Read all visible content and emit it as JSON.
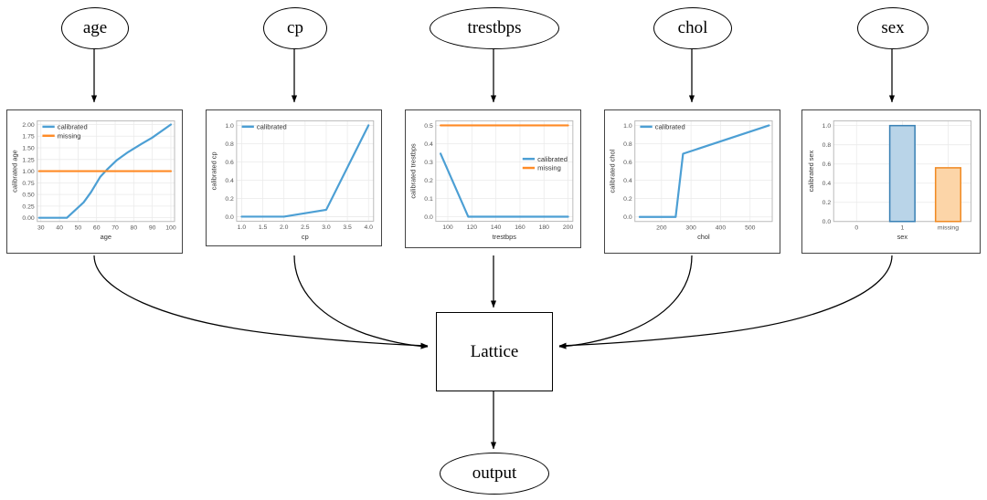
{
  "graph": {
    "input_nodes": [
      {
        "id": "age",
        "label": "age"
      },
      {
        "id": "cp",
        "label": "cp"
      },
      {
        "id": "trestbps",
        "label": "trestbps"
      },
      {
        "id": "chol",
        "label": "chol"
      },
      {
        "id": "sex",
        "label": "sex"
      }
    ],
    "lattice_label": "Lattice",
    "output_label": "output"
  },
  "colors": {
    "calibrated": "#4c9fd4",
    "missing": "#ff8b26",
    "bar_blue_fill": "#b9d4e8",
    "bar_blue_edge": "#3a81b5",
    "bar_orange_fill": "#fcd5a8",
    "bar_orange_edge": "#f08a23",
    "edge": "#000000"
  },
  "legend": {
    "calibrated": "calibrated",
    "missing": "missing"
  },
  "chart_data": [
    {
      "id": "age",
      "type": "line",
      "title": "",
      "xlabel": "age",
      "ylabel": "calibrated age",
      "xlim": [
        28,
        102
      ],
      "ylim": [
        -0.08,
        2.08
      ],
      "xticks": [
        30,
        40,
        50,
        60,
        70,
        80,
        90,
        100
      ],
      "yticks": [
        "0.00",
        "0.25",
        "0.50",
        "0.75",
        "1.00",
        "1.25",
        "1.50",
        "1.75",
        "2.00"
      ],
      "grid": true,
      "legend_position": "upper-left",
      "series": [
        {
          "name": "calibrated",
          "color": "#4c9fd4",
          "x": [
            29,
            44,
            53,
            57,
            62,
            66,
            71,
            77,
            84,
            90,
            100
          ],
          "y": [
            0.0,
            0.0,
            0.33,
            0.55,
            0.88,
            1.05,
            1.24,
            1.41,
            1.58,
            1.72,
            2.0
          ]
        },
        {
          "name": "missing",
          "color": "#ff8b26",
          "x": [
            29,
            100
          ],
          "y": [
            1.0,
            1.0
          ]
        }
      ]
    },
    {
      "id": "cp",
      "type": "line",
      "title": "",
      "xlabel": "cp",
      "ylabel": "calibrated cp",
      "xlim": [
        0.88,
        4.12
      ],
      "ylim": [
        -0.05,
        1.05
      ],
      "xticks": [
        "1.0",
        "1.5",
        "2.0",
        "2.5",
        "3.0",
        "3.5",
        "4.0"
      ],
      "yticks": [
        "0.0",
        "0.2",
        "0.4",
        "0.6",
        "0.8",
        "1.0"
      ],
      "grid": true,
      "legend_position": "upper-left",
      "series": [
        {
          "name": "calibrated",
          "color": "#4c9fd4",
          "x": [
            1.0,
            2.0,
            3.0,
            4.0
          ],
          "y": [
            0.0,
            0.0,
            0.075,
            1.0
          ]
        }
      ]
    },
    {
      "id": "trestbps",
      "type": "line",
      "title": "",
      "xlabel": "trestbps",
      "ylabel": "calibrated trestbps",
      "xlim": [
        90,
        204
      ],
      "ylim": [
        -0.025,
        0.525
      ],
      "xticks": [
        100,
        120,
        140,
        160,
        180,
        200
      ],
      "yticks": [
        "0.0",
        "0.1",
        "0.2",
        "0.3",
        "0.4",
        "0.5"
      ],
      "grid": true,
      "legend_position": "center-right",
      "series": [
        {
          "name": "calibrated",
          "color": "#4c9fd4",
          "x": [
            94,
            117,
            200
          ],
          "y": [
            0.345,
            0.0,
            0.0
          ]
        },
        {
          "name": "missing",
          "color": "#ff8b26",
          "x": [
            94,
            200
          ],
          "y": [
            0.5,
            0.5
          ]
        }
      ]
    },
    {
      "id": "chol",
      "type": "line",
      "title": "",
      "xlabel": "chol",
      "ylabel": "calibrated chol",
      "xlim": [
        110,
        575
      ],
      "ylim": [
        -0.05,
        1.05
      ],
      "xticks": [
        200,
        300,
        400,
        500
      ],
      "yticks": [
        "0.0",
        "0.2",
        "0.4",
        "0.6",
        "0.8",
        "1.0"
      ],
      "grid": true,
      "legend_position": "upper-left",
      "series": [
        {
          "name": "calibrated",
          "color": "#4c9fd4",
          "x": [
            126,
            248,
            273,
            564
          ],
          "y": [
            0.0,
            0.0,
            0.69,
            1.0
          ]
        }
      ]
    },
    {
      "id": "sex",
      "type": "bar",
      "title": "",
      "xlabel": "sex",
      "ylabel": "calibrated sex",
      "ylim": [
        0,
        1.05
      ],
      "yticks": [
        "0.0",
        "0.2",
        "0.4",
        "0.6",
        "0.8",
        "1.0"
      ],
      "grid": true,
      "categories": [
        "0",
        "1",
        "missing"
      ],
      "values": [
        0.0,
        1.0,
        0.56
      ],
      "bar_colors": [
        "#b9d4e8",
        "#b9d4e8",
        "#fcd5a8"
      ],
      "bar_edges": [
        "#3a81b5",
        "#3a81b5",
        "#f08a23"
      ]
    }
  ]
}
